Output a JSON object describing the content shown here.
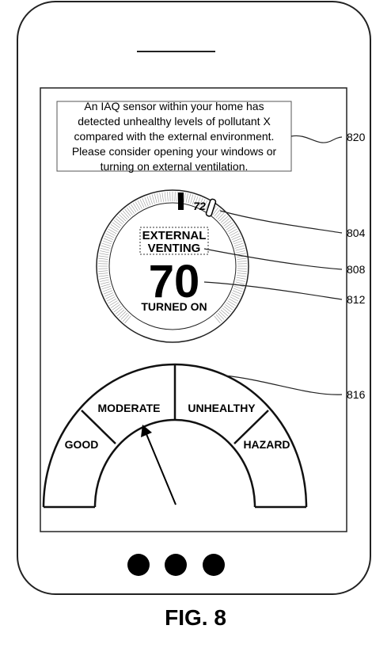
{
  "notice": {
    "text": "An IAQ sensor within your home has\ndetected unhealthy levels of pollutant X\ncompared with the external environment.\nPlease consider opening your windows or\nturning on external ventilation."
  },
  "dial": {
    "setpoint": "72",
    "mode_line1": "EXTERNAL",
    "mode_line2": "VENTING",
    "temperature": "70",
    "status": "TURNED ON"
  },
  "gauge": {
    "segments": [
      "GOOD",
      "MODERATE",
      "UNHEALTHY",
      "HAZARD"
    ],
    "pointer_segment": "MODERATE"
  },
  "callouts": {
    "notice": "820",
    "dial_ring": "804",
    "mode_box": "808",
    "temperature": "812",
    "gauge": "816"
  },
  "figure_label": "FIG. 8"
}
